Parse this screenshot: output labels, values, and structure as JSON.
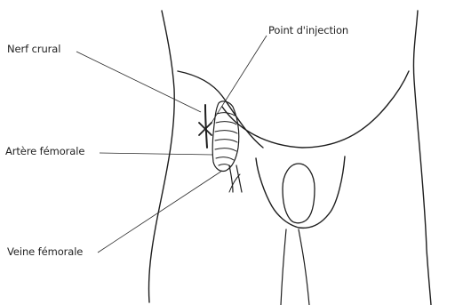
{
  "labels": {
    "nerve": "Nerf crural",
    "injection": "Point d'injection",
    "artery": "Artère fémorale",
    "vein": "Veine fémorale"
  },
  "colors": {
    "ink": "#1e1e1e",
    "background": "#ffffff"
  }
}
